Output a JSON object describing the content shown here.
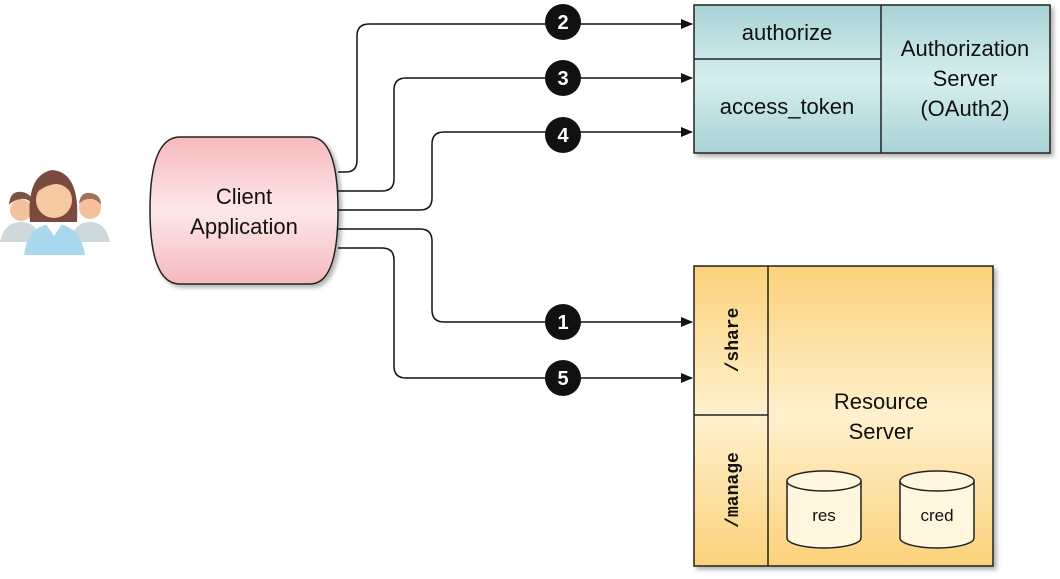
{
  "client": {
    "line1": "Client",
    "line2": "Application"
  },
  "users_icon": "users-group-icon",
  "auth_server": {
    "endpoint_authorize": "authorize",
    "endpoint_token": "access_token",
    "title_line1": "Authorization",
    "title_line2": "Server",
    "title_line3": "(OAuth2)",
    "fill_color": "#c3e3e4",
    "stroke_color": "#222222"
  },
  "resource_server": {
    "endpoint_share": "/share",
    "endpoint_manage": "/manage",
    "title_line1": "Resource",
    "title_line2": "Server",
    "db_res": "res",
    "db_cred": "cred",
    "fill_color": "#fde0a0",
    "stroke_color": "#222222"
  },
  "steps": {
    "s1": "1",
    "s2": "2",
    "s3": "3",
    "s4": "4",
    "s5": "5"
  },
  "colors": {
    "client_fill": "#f9d2d4",
    "badge": "#111111"
  }
}
